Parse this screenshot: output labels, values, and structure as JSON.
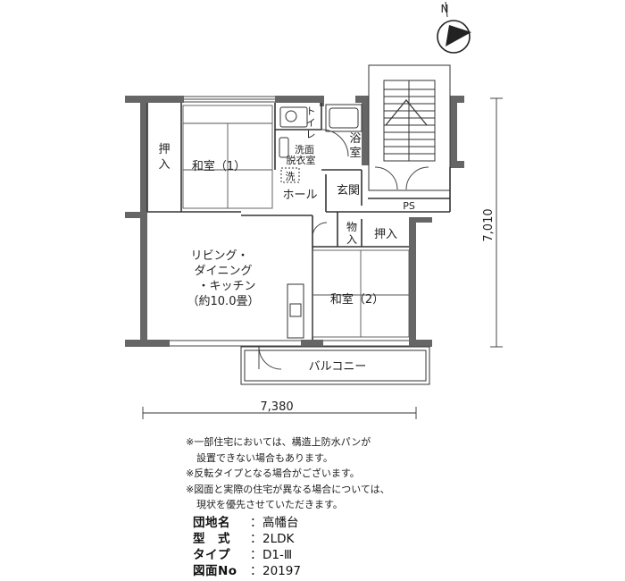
{
  "compass": {
    "north": "N"
  },
  "rooms": {
    "washitsu1": "和室（1）",
    "oshiire1_a": "押",
    "oshiire1_b": "入",
    "toilet_a": "ト",
    "toilet_b": "イ",
    "toilet_c": "レ",
    "bath_a": "浴",
    "bath_b": "室",
    "senmen_a": "洗面",
    "senmen_b": "脱衣室",
    "wash": "洗",
    "hall": "ホール",
    "genkan": "玄関",
    "ps": "PS",
    "monoire_a": "物",
    "monoire_b": "入",
    "oshiire2": "押入",
    "ldk_line1": "リビング・",
    "ldk_line2": "ダイニング",
    "ldk_line3": "・キッチン",
    "ldk_line4": "（約10.0畳）",
    "washitsu2": "和室（2）",
    "balcony": "バルコニー"
  },
  "dimensions": {
    "width": "7,380",
    "depth": "7,010"
  },
  "notes": [
    "※一部住宅においては、構造上防水パンが",
    "設置できない場合もあります。",
    "※反転タイプとなる場合がございます。",
    "※図面と実際の住宅が異なる場合については、",
    "現状を優先させていただきます。"
  ],
  "info": {
    "sep": "：",
    "danchi_label": "団地名",
    "danchi_value": "高幡台",
    "type_label": "型　式",
    "type_value": "2LDK",
    "subtype_label": "タイプ",
    "subtype_value": "D1-Ⅲ",
    "drawing_label": "図面No",
    "drawing_value": "20197"
  }
}
